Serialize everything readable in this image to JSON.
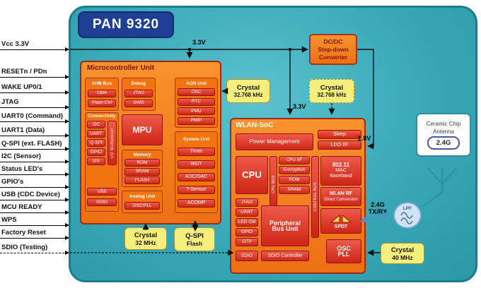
{
  "module": {
    "title": "PAN 9320"
  },
  "pins": [
    "Vcc 3.3V",
    "RESETn / PDn",
    "WAKE UP0/1",
    "JTAG",
    "UART0 (Command)",
    "UART1 (Data)",
    "Q-SPI (ext. FLASH)",
    "I2C (Sensor)",
    "Status LED's",
    "GPIO's",
    "USB (CDC Device)",
    "MCU READY",
    "WPS",
    "Factory Reset",
    "SDIO (Testing)"
  ],
  "mcu": {
    "title": "Microcontroller Unit",
    "ahb": {
      "title": "AHB Bus",
      "items": [
        "DMA",
        "Flash Ctrl"
      ]
    },
    "debug": {
      "title": "Debug",
      "items": [
        "JTAG",
        "SWD"
      ]
    },
    "aon": {
      "title": "AON Unit",
      "items": [
        "OSC",
        "RTC",
        "PMU",
        "PMIP"
      ]
    },
    "connectivity": {
      "title": "Connectivity",
      "items": [
        "I2C",
        "UART",
        "Q-SPI",
        "GPIO",
        "I2S"
      ],
      "mux": "I/O Multiplexer",
      "extra": [
        "USB",
        "SDIO"
      ]
    },
    "mpu": "MPU",
    "memory": {
      "title": "Memory",
      "items": [
        "ROM",
        "SRAM",
        "FLASH"
      ]
    },
    "analog": {
      "title": "Analog Unit",
      "items": [
        "OSC/PLL"
      ]
    },
    "system": {
      "title": "System Unit",
      "items": [
        "Timer",
        "WDT",
        "ADC/DAC",
        "T-Sensor",
        "ACOMP"
      ]
    }
  },
  "wlan": {
    "title": "WLAN-SoC",
    "power": "Power Management",
    "sleep": "Sleep",
    "ldo": "LDO I/F",
    "cpu": "CPU",
    "cpu_bus": "CPU BUS",
    "cpu_peripherals": [
      "CPU I/F",
      "Encryption",
      "ROM",
      "SRAM"
    ],
    "mac_lines": [
      "802.11",
      "MAC",
      "Baseband"
    ],
    "rf_lines": [
      "WLAN RF",
      "Direct Conversion"
    ],
    "control_bus": "CONTROL BUS",
    "io": [
      "JTAG",
      "UART",
      "LED Ctrl",
      "GPIO",
      "OTP"
    ],
    "pbu": "Peripheral Bus Unit",
    "sdio": "SDIO",
    "sdio_ctrl": "SDIO Controller",
    "spdt": "SPDT",
    "osc_pll_lines": [
      "OSC",
      "PLL"
    ]
  },
  "support": {
    "dcdc_lines": [
      "DC/DC",
      "Step-down",
      "Converter"
    ],
    "crystal_rtc_mcu": {
      "l1": "Crystal",
      "l2": "32.768 kHz"
    },
    "crystal_rtc_wlan": {
      "l1": "Crystal",
      "l2": "32.768 kHz"
    },
    "crystal_mcu_main": {
      "l1": "Crystal",
      "l2": "32 MHz"
    },
    "qspi_flash": {
      "l1": "Q-SPI",
      "l2": "Flash"
    },
    "crystal_wlan_main": {
      "l1": "Crystal",
      "l2": "40 MHz"
    },
    "antenna": {
      "l1": "Ceramic Chip",
      "l2": "Antenna",
      "band": "2.4G"
    },
    "lpf": "LPF"
  },
  "nets": {
    "v33_a": "3.3V",
    "v33_b": "3.3V",
    "v18": "1.8V",
    "rf_l1": "2.4G",
    "rf_l2": "TX/RX"
  },
  "colors": {
    "module_teal": "#38a8b7",
    "block_orange": "#ee7012",
    "unit_red": "#d92c1b",
    "crystal_yellow": "#f6ee7c",
    "title_blue": "#1e3f94"
  }
}
